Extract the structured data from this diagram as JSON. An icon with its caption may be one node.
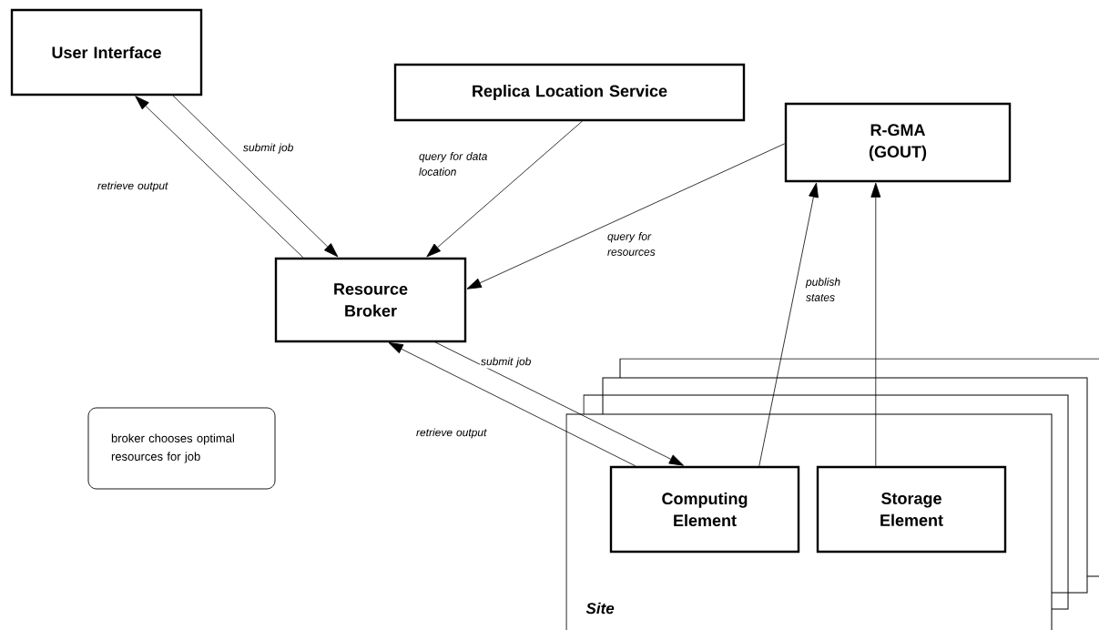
{
  "diagram": {
    "nodes": [
      {
        "text": [
          "User Interface"
        ]
      },
      {
        "text": [
          "Replica Location Service"
        ]
      },
      {
        "text": [
          "R-GMA (GOUT)"
        ]
      },
      {
        "text": [
          "Resource Broker"
        ]
      },
      {
        "text": [
          "Site"
        ]
      },
      {
        "text": [
          "Computing Element"
        ],
        "in": 4
      },
      {
        "text": [
          "Storage Element"
        ],
        "in": 4
      },
      {
        "text": [
          "broker chooses optimal resources for job"
        ]
      }
    ],
    "edges": [
      {
        "from": 0,
        "to": 3,
        "arrow": "to",
        "label": "submit job"
      },
      {
        "from": 3,
        "to": 0,
        "arrow": "to",
        "label": "retrieve output"
      },
      {
        "from": 1,
        "to": 3,
        "arrow": "to",
        "label": "query for data location"
      },
      {
        "from": 2,
        "to": 3,
        "arrow": "to",
        "label": "query for resources"
      },
      {
        "from": 3,
        "to": 5,
        "arrow": "to",
        "label": "submit job"
      },
      {
        "from": 5,
        "to": 3,
        "arrow": "to",
        "label": "retrieve output"
      },
      {
        "from": 5,
        "to": 2,
        "arrow": "to",
        "label": "publish states"
      },
      {
        "from": 6,
        "to": 2,
        "arrow": "to"
      }
    ]
  }
}
